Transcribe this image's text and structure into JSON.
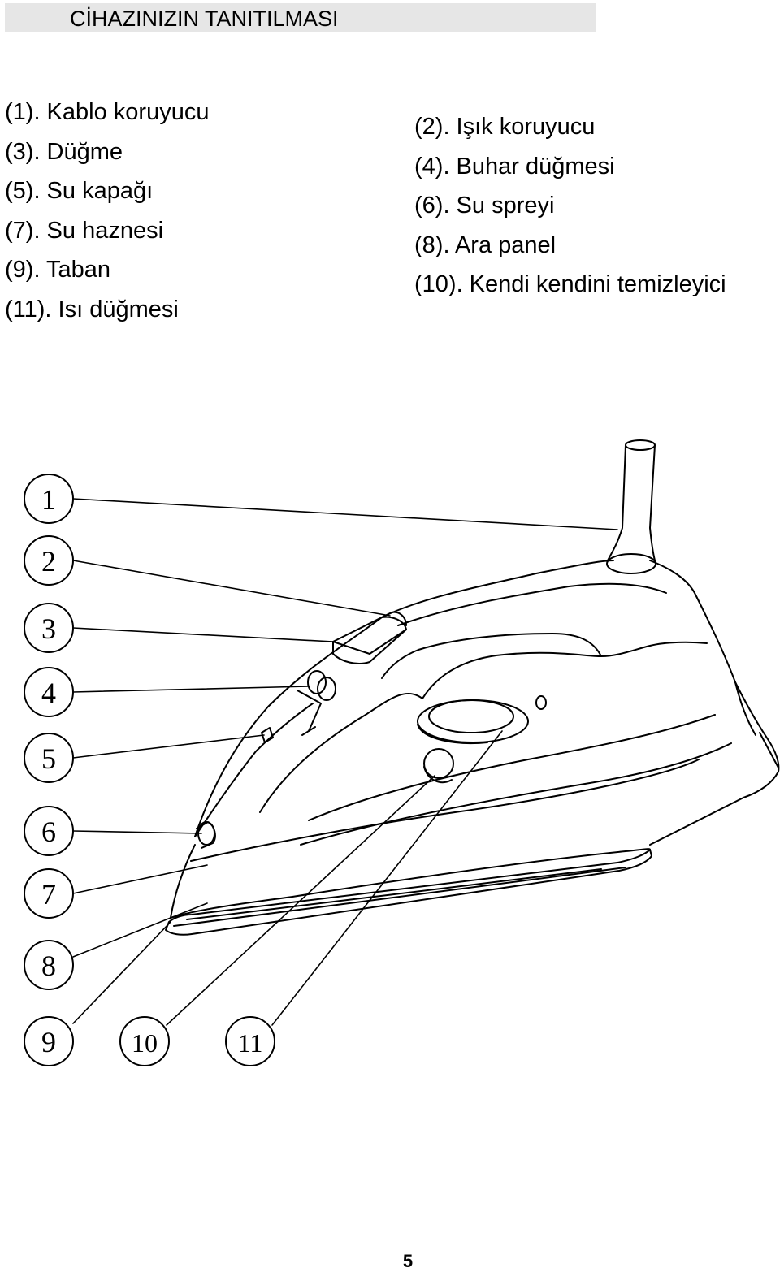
{
  "header": {
    "title": "CİHAZINIZIN TANITILMASI"
  },
  "parts": {
    "left": [
      "(1). Kablo koruyucu",
      "(3). Düğme",
      "(5). Su kapağı",
      "(7). Su haznesi",
      "(9). Taban",
      "(11). Isı düğmesi"
    ],
    "right": [
      "(2). Işık koruyucu",
      "(4). Buhar düğmesi",
      "(6). Su spreyi",
      "(8). Ara panel",
      "(10). Kendi kendini temizleyici"
    ]
  },
  "diagram": {
    "callouts": [
      "1",
      "2",
      "3",
      "4",
      "5",
      "6",
      "7",
      "8",
      "9",
      "10",
      "11"
    ]
  },
  "footer": {
    "page_number": "5"
  }
}
